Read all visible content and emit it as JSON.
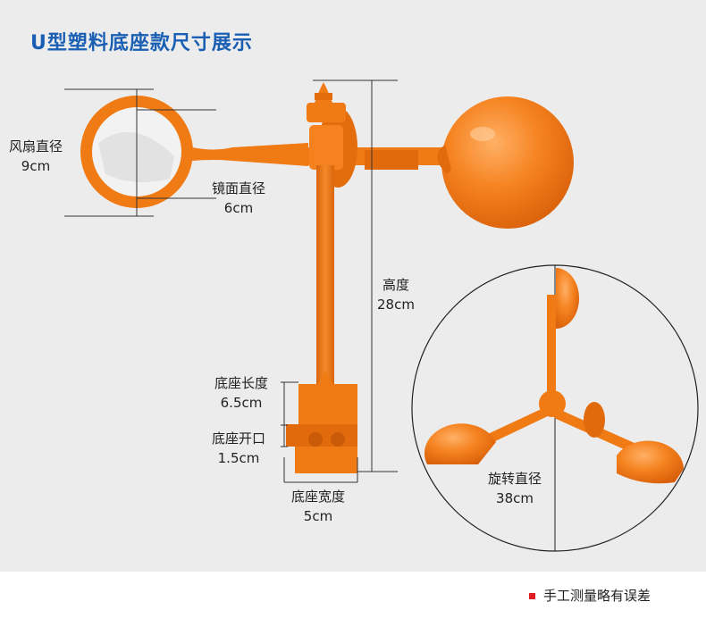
{
  "title": "U型塑料底座款尺寸展示",
  "labels": {
    "fan_diameter": {
      "name": "风扇直径",
      "value": "9cm"
    },
    "mirror_diameter": {
      "name": "镜面直径",
      "value": "6cm"
    },
    "height": {
      "name": "高度",
      "value": "28cm"
    },
    "base_length": {
      "name": "底座长度",
      "value": "6.5cm"
    },
    "base_opening": {
      "name": "底座开口",
      "value": "1.5cm"
    },
    "base_width": {
      "name": "底座宽度",
      "value": "5cm"
    },
    "rotation_diameter": {
      "name": "旋转直径",
      "value": "38cm"
    }
  },
  "footnote": "手工测量略有误差",
  "colors": {
    "accent": "#1a5fb4",
    "product": "#f07a14",
    "marker": "#e01b24"
  }
}
